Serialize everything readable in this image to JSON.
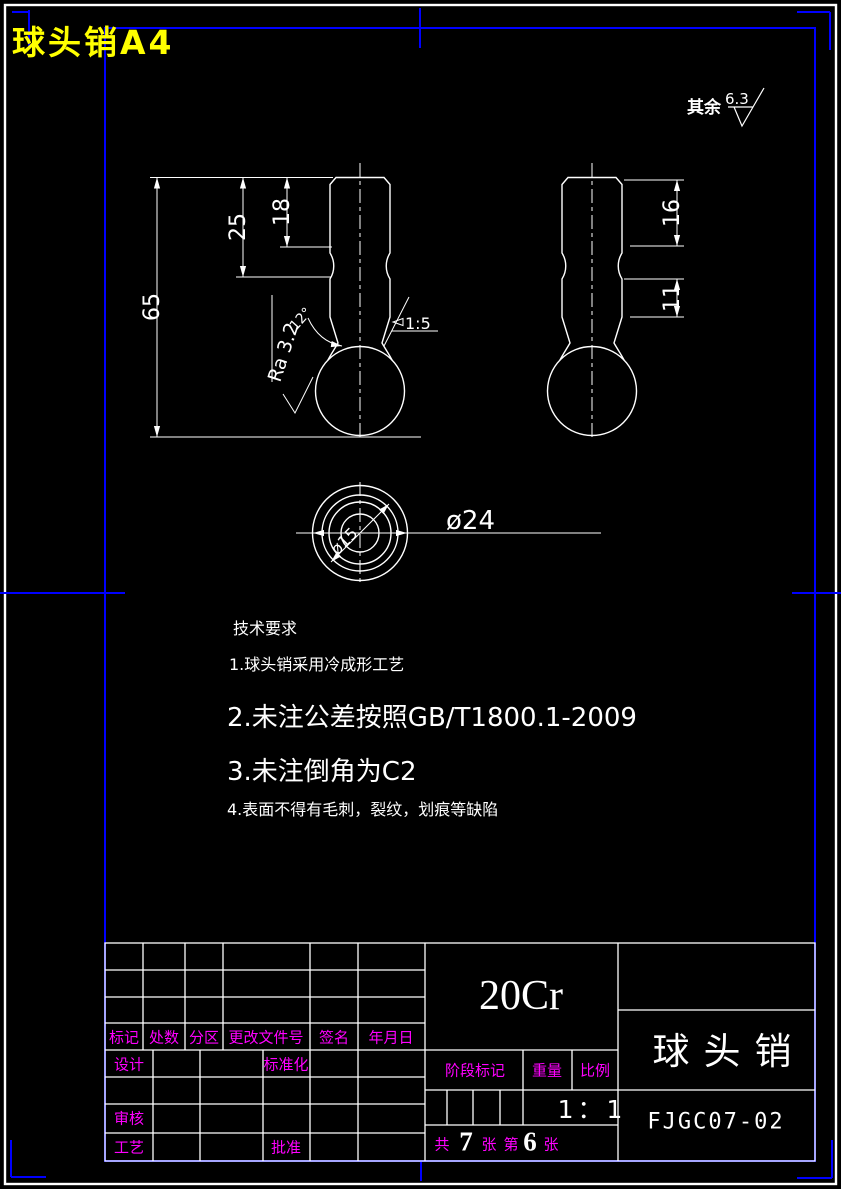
{
  "colors": {
    "background": "#000000",
    "line": "#ffffff",
    "frame": "#0000ff",
    "label": "#ff00ff",
    "title": "#ffff00"
  },
  "header": {
    "title": "球头销A4"
  },
  "surface_note": {
    "label": "其余",
    "roughness": "6.3"
  },
  "drawing": {
    "front_view": {
      "dim_overall": "65",
      "dim_upper": "25",
      "dim_head": "18",
      "roughness": "Ra 3.2",
      "angle": "12°",
      "taper": "1:5"
    },
    "side_view": {
      "dim_top": "16",
      "dim_mid": "11"
    },
    "top_view": {
      "dim_ball_dia": "ø24",
      "dim_shaft_dia": "ø15"
    }
  },
  "tech_requirements": {
    "heading": "技术要求",
    "items": [
      "1.球头销采用冷成形工艺",
      "2.未注公差按照GB/T1800.1-2009",
      "3.未注倒角为C2",
      "4.表面不得有毛刺，裂纹，划痕等缺陷"
    ]
  },
  "title_block": {
    "material": "20Cr",
    "part_name": "球头销",
    "drawing_number": "FJGC07-02",
    "scale_value": "1：1",
    "labels": {
      "mark": "标记",
      "count": "处数",
      "zone": "分区",
      "change_doc_no": "更改文件号",
      "signature": "签名",
      "date": "年月日",
      "design": "设计",
      "standardization": "标准化",
      "audit": "审核",
      "process": "工艺",
      "approve": "批准",
      "stage_mark": "阶段标记",
      "weight": "重量",
      "scale": "比例"
    },
    "sheets": {
      "total_label": "共",
      "total_value": "7",
      "total_unit": "张",
      "current_label": "第",
      "current_value": "6",
      "current_unit": "张"
    }
  }
}
